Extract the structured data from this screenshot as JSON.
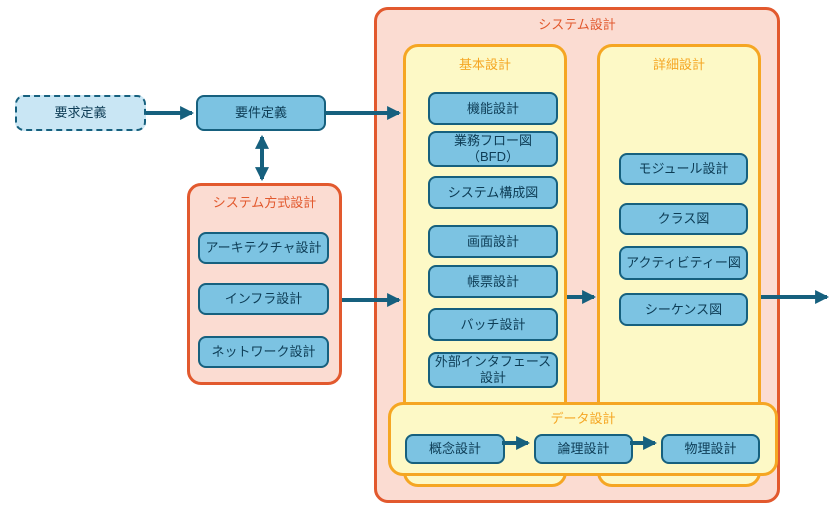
{
  "colors": {
    "arrow_teal": "#16607e",
    "node_fill_blue": "#7cc3e2",
    "node_fill_light_blue": "#c9e6f4",
    "node_text": "#0d3c55",
    "panel_orange_fill": "#fbdcd2",
    "panel_orange_border": "#e2592e",
    "panel_yellow_fill": "#fdf9c6",
    "panel_yellow_border": "#f5a623"
  },
  "nodes": {
    "request_definition": "要求定義",
    "requirements_definition": "要件定義"
  },
  "system_architecture": {
    "title": "システム方式設計",
    "items": [
      "アーキテクチャ設計",
      "インフラ設計",
      "ネットワーク設計"
    ]
  },
  "system_design": {
    "title": "システム設計",
    "basic_design": {
      "title": "基本設計",
      "items": [
        "機能設計",
        "業務フロー図\n（BFD）",
        "システム構成図",
        "画面設計",
        "帳票設計",
        "バッチ設計",
        "外部インタフェース\n設計"
      ]
    },
    "detailed_design": {
      "title": "詳細設計",
      "items": [
        "モジュール設計",
        "クラス図",
        "アクティビティー図",
        "シーケンス図"
      ]
    },
    "data_design": {
      "title": "データ設計",
      "items": [
        "概念設計",
        "論理設計",
        "物理設計"
      ]
    }
  }
}
